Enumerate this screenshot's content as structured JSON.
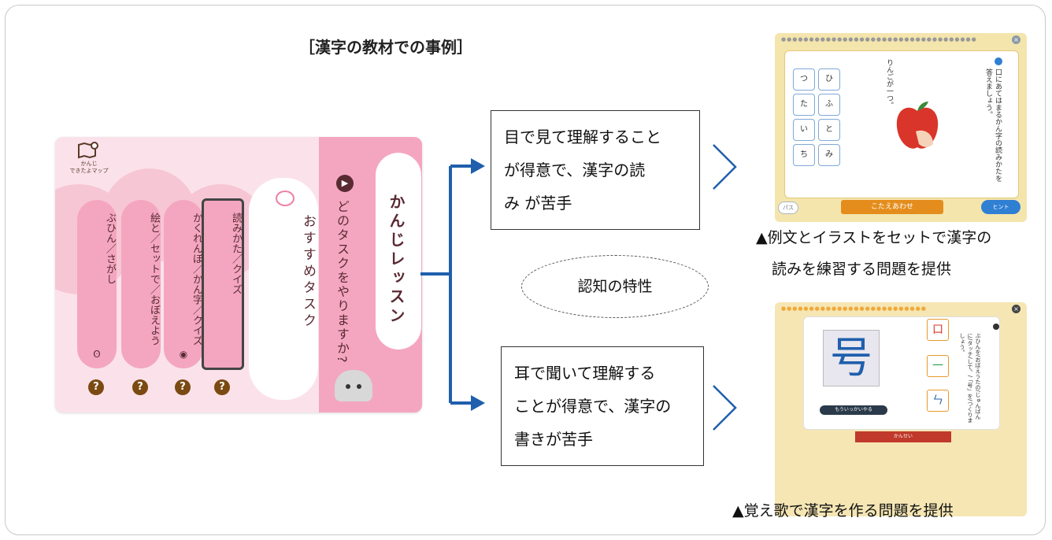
{
  "title": "［漢字の教材での事例］",
  "app": {
    "map_label": "かんじ\nできたよマップ",
    "pills": [
      {
        "label": "ぶひん／さがし",
        "icon": "ʘ"
      },
      {
        "label": "絵と／セットで／おぼえよう",
        "icon": ""
      },
      {
        "label": "かくれんぼ／かん字／クイズ",
        "icon": "◉"
      },
      {
        "label": "読みかた／クイズ",
        "icon": ""
      }
    ],
    "help": "?",
    "recommend": "おすすめタスク",
    "question": "どのタスクをやりますか?",
    "lesson": "かんじレッスン"
  },
  "box_visual": [
    "目で見て理解すること",
    "が得意で、漢字の読",
    "み が苦手"
  ],
  "box_audio": [
    "耳で聞いて理解する",
    "ことが得意で、漢字の",
    "書きが苦手"
  ],
  "ellipse": "認知の特性",
  "caption_top": [
    "▲例文とイラストをセットで漢字の",
    "読みを練習する問題を提供"
  ],
  "caption_bottom": "▲覚え歌で漢字を作る問題を提供",
  "shot1": {
    "cells": [
      "つ",
      "ひ",
      "た",
      "ふ",
      "い",
      "と",
      "ち",
      "み"
    ],
    "prompt": "口にあてはまるかん字の読みかたを答えましょう。",
    "sentence": "りんごが一つ。",
    "answer_button": "こたえあわせ",
    "pass": "パス",
    "hint": "ヒント"
  },
  "shot2": {
    "kanji": "号",
    "parts": [
      "口",
      "一",
      "ㄣ"
    ],
    "instruction": "ぶひんを/おぼえうたの/じゅんばんに/タッチ/して、/「号」を/つくりましょう。",
    "replay": "もういっかいやる",
    "bottom": "かんせい"
  },
  "colors": {
    "arrow": "#1f5fad",
    "pink": "#f4a6c0",
    "accent": "#e48d1c"
  }
}
